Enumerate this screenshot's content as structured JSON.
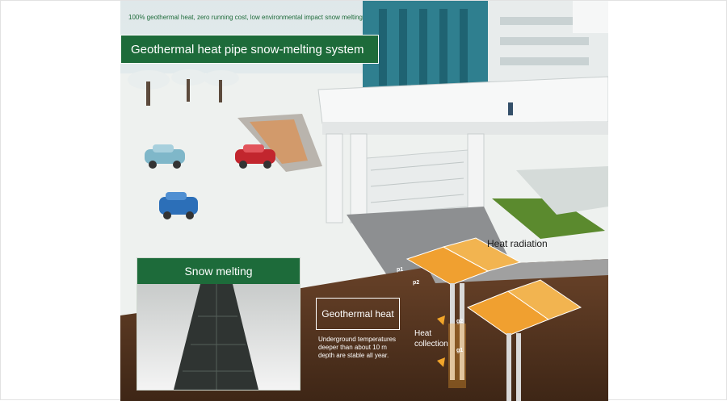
{
  "tagline": "100% geothermal heat, zero running cost, low environmental impact snow melting",
  "title": "Geothermal heat pipe snow-melting system",
  "labels": {
    "heat_radiation": "Heat radiation",
    "geothermal_heat": "Geothermal heat",
    "geothermal_desc": "Underground temperatures deeper than about 10 m depth are stable all year.",
    "heat_collection_line1": "Heat",
    "heat_collection_line2": "collection",
    "p1": "p1",
    "p2": "p2",
    "g1": "g1",
    "g2": "g2"
  },
  "snow_panel": {
    "title": "Snow melting"
  },
  "colors": {
    "brand_green": "#1d6b3a",
    "ground_brown": "#5b3a24",
    "heat_orange": "#f0a030",
    "snow_white": "#eef1ef",
    "building_teal": "#2f7f8f"
  }
}
